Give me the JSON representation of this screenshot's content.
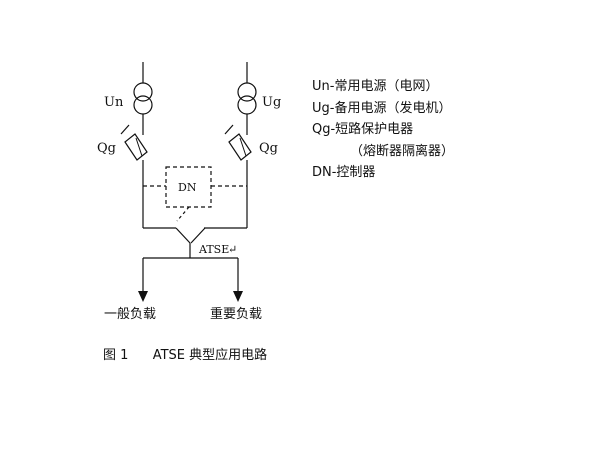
{
  "diagram": {
    "labels": {
      "source_left": "Un",
      "source_right": "Ug",
      "breaker_left": "Qg",
      "breaker_right": "Qg",
      "controller": "DN",
      "switch": "ATSE",
      "load_left": "一般负载",
      "load_right": "重要负载",
      "return_mark": "↵"
    }
  },
  "legend": {
    "items": [
      "Un-常用电源（电网）",
      "Ug-备用电源（发电机）",
      "Qg-短路保护电器",
      "（熔断器隔离器）",
      "DN-控制器"
    ]
  },
  "caption": {
    "figure_no": "图 1",
    "title": "ATSE 典型应用电路"
  }
}
